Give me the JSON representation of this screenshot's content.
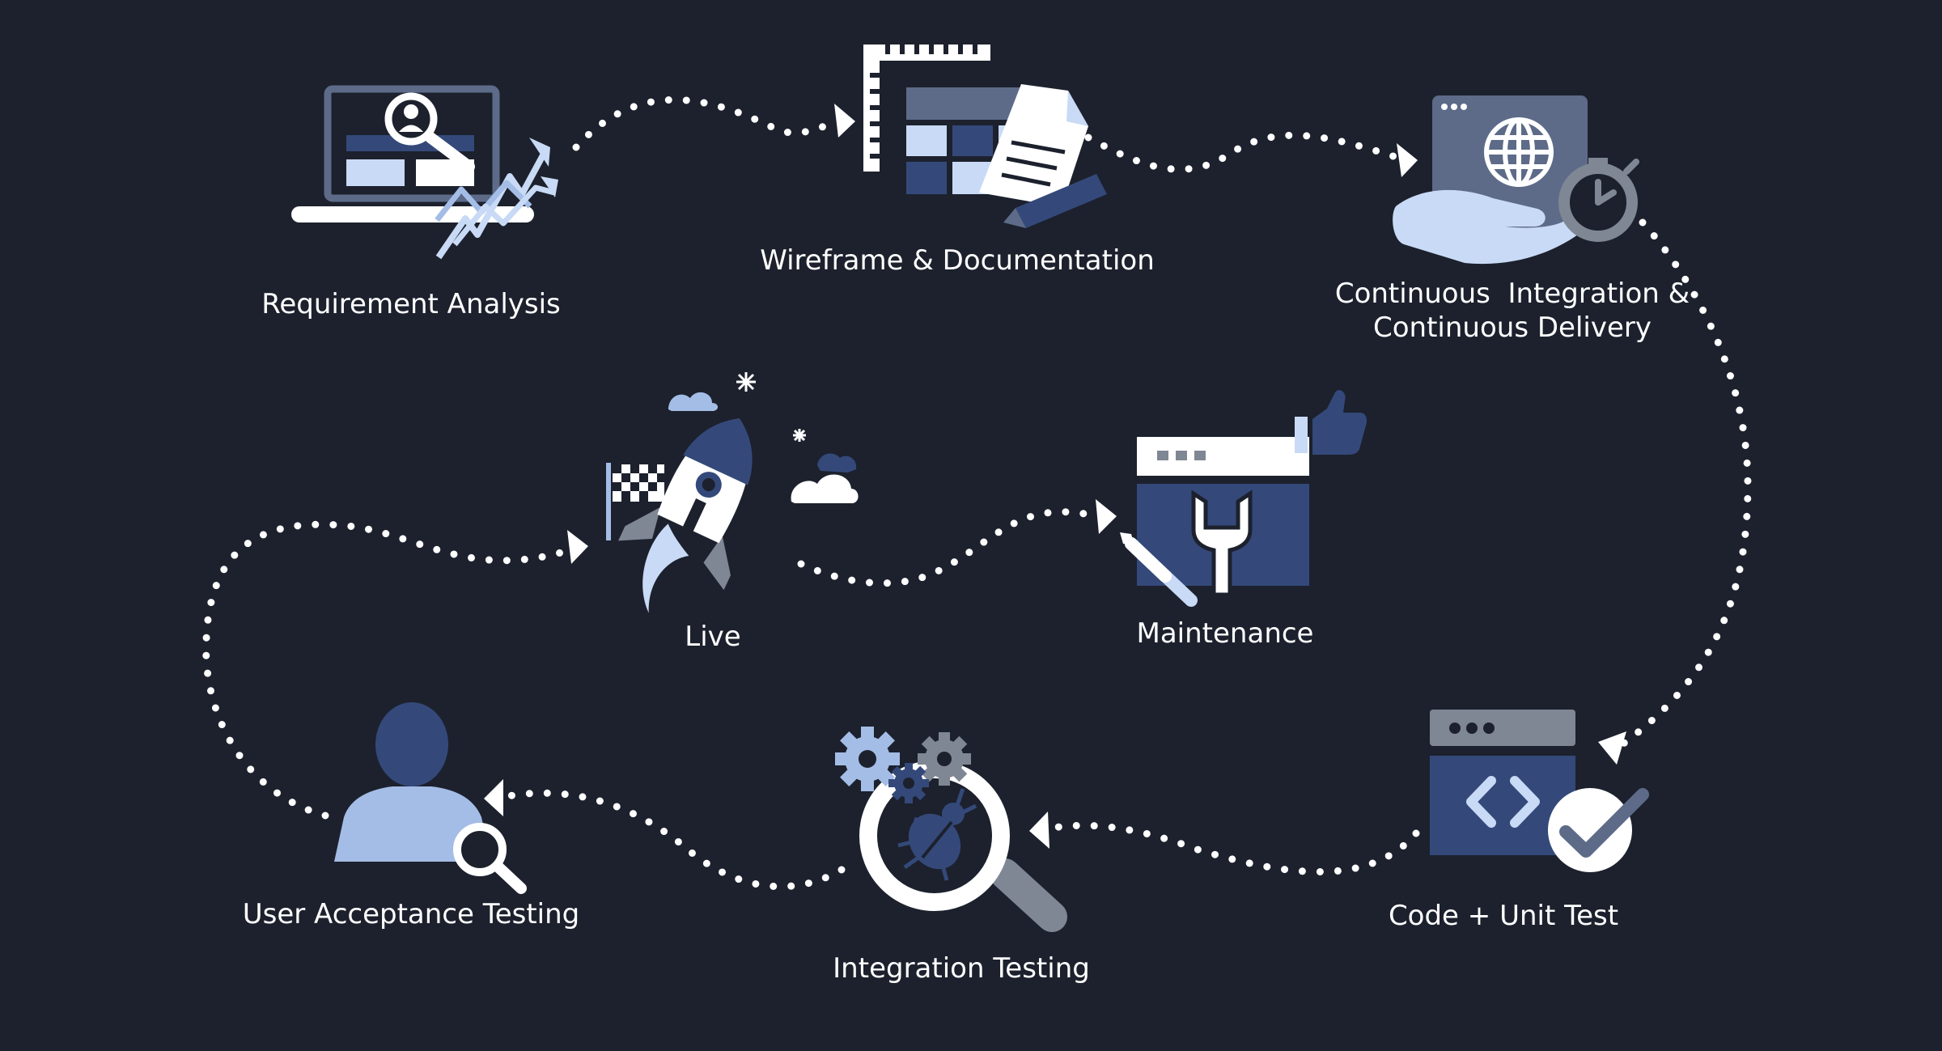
{
  "colors": {
    "background": "#1c212d",
    "navy": "#34497a",
    "light_blue": "#c8daf5",
    "pale_blue": "#a4bde6",
    "slate": "#5d6b89",
    "gray": "#7f8794",
    "white": "#ffffff"
  },
  "stages": {
    "requirement_analysis": {
      "label": "Requirement Analysis",
      "icon": "laptop-analysis-icon"
    },
    "wireframe_documentation": {
      "label": "Wireframe & Documentation",
      "icon": "wireframe-docs-icon"
    },
    "ci_cd": {
      "label_line1": "Continuous  Integration &",
      "label_line2": "Continuous Delivery",
      "icon": "hand-globe-stopwatch-icon"
    },
    "code_unit_test": {
      "label": "Code + Unit Test",
      "icon": "code-window-check-icon"
    },
    "integration_testing": {
      "label": "Integration Testing",
      "icon": "gears-bug-magnifier-icon"
    },
    "user_acceptance_testing": {
      "label": "User Acceptance Testing",
      "icon": "user-magnifier-icon"
    },
    "live": {
      "label": "Live",
      "icon": "rocket-flag-icon"
    },
    "maintenance": {
      "label": "Maintenance",
      "icon": "browser-wrench-icon"
    }
  },
  "flow": [
    "Requirement Analysis",
    "Wireframe & Documentation",
    "Continuous  Integration & Continuous Delivery",
    "Code + Unit Test",
    "Integration Testing",
    "User Acceptance Testing",
    "Live",
    "Maintenance"
  ]
}
